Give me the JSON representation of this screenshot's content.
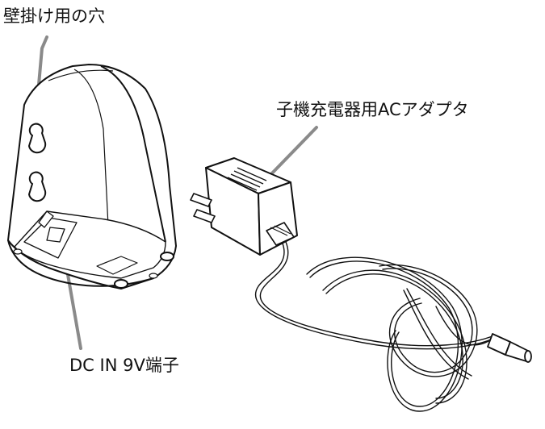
{
  "labels": {
    "wall_hole": "壁掛け用の穴",
    "adapter": "子機充電器用ACアダプタ",
    "dc_jack": "DC IN 9V端子"
  },
  "colors": {
    "line": "#111111",
    "leader": "#8a8a8a",
    "background": "#ffffff"
  }
}
